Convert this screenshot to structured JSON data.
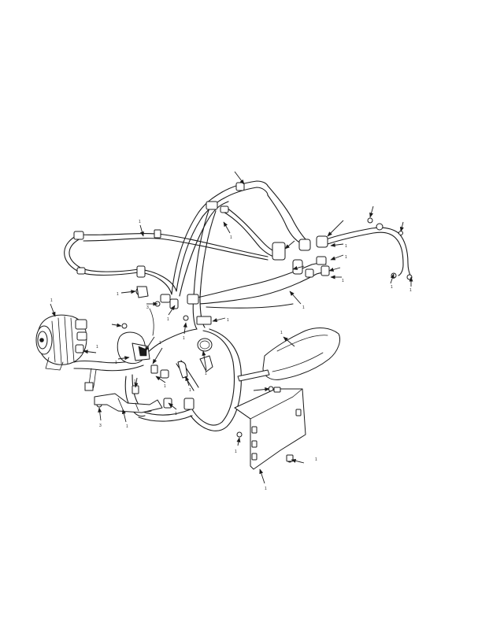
{
  "figure": {
    "title": "",
    "background": "#ffffff",
    "line_color": "#1a1a1a"
  },
  "callouts": [
    {
      "id": "c1",
      "text": "1"
    },
    {
      "id": "c2",
      "text": "1"
    },
    {
      "id": "c3",
      "text": "1"
    },
    {
      "id": "c4",
      "text": "1"
    },
    {
      "id": "c5",
      "text": "1"
    },
    {
      "id": "c6",
      "text": "1"
    },
    {
      "id": "c7",
      "text": "1"
    },
    {
      "id": "c8",
      "text": "1"
    },
    {
      "id": "c9",
      "text": "1"
    },
    {
      "id": "c10",
      "text": "1"
    },
    {
      "id": "c11",
      "text": "1"
    },
    {
      "id": "c12",
      "text": "1"
    },
    {
      "id": "c13",
      "text": "1"
    },
    {
      "id": "c14",
      "text": "1"
    },
    {
      "id": "c15",
      "text": "1"
    },
    {
      "id": "c16",
      "text": "3"
    },
    {
      "id": "c17",
      "text": "1"
    },
    {
      "id": "c18",
      "text": "1"
    },
    {
      "id": "c19",
      "text": "1"
    },
    {
      "id": "c20",
      "text": "1"
    },
    {
      "id": "c21",
      "text": "1"
    },
    {
      "id": "c22",
      "text": "1"
    },
    {
      "id": "c23",
      "text": "1"
    },
    {
      "id": "c24",
      "text": "1"
    },
    {
      "id": "c25",
      "text": "1"
    },
    {
      "id": "c26",
      "text": "1"
    },
    {
      "id": "c27",
      "text": "1"
    },
    {
      "id": "c28",
      "text": "3"
    }
  ]
}
